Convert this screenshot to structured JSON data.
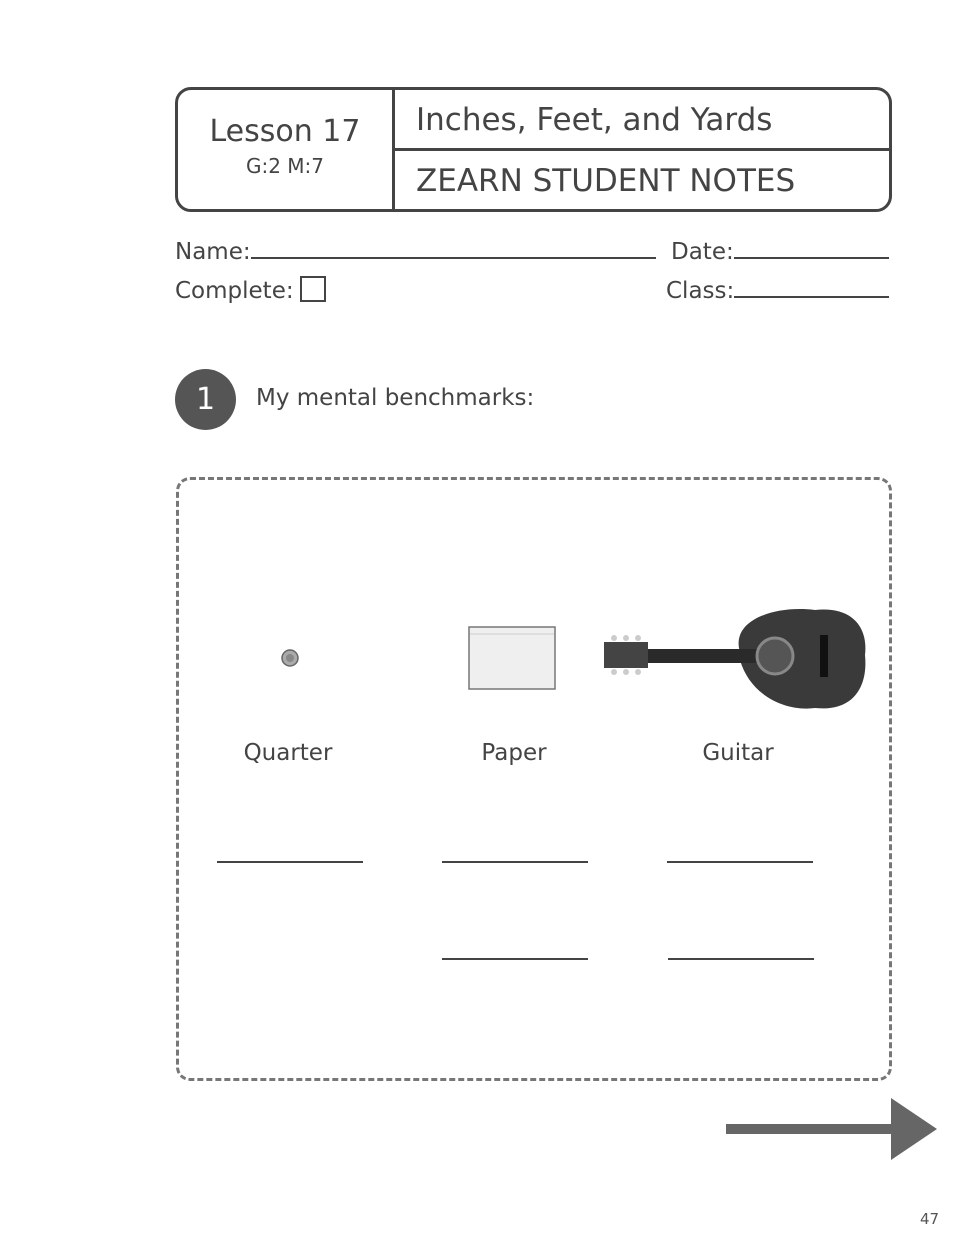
{
  "header": {
    "lesson": "Lesson 17",
    "grade_module": "G:2 M:7",
    "title": "Inches, Feet, and Yards",
    "subtitle": "ZEARN STUDENT NOTES"
  },
  "fields": {
    "name_label": "Name:",
    "date_label": "Date:",
    "complete_label": "Complete:",
    "class_label": "Class:"
  },
  "problem": {
    "number": "1",
    "prompt": "My mental benchmarks:"
  },
  "benchmarks": [
    {
      "label": "Quarter",
      "icon": "quarter-coin-icon"
    },
    {
      "label": "Paper",
      "icon": "paper-sheet-icon"
    },
    {
      "label": "Guitar",
      "icon": "guitar-icon"
    }
  ],
  "page_number": "47"
}
